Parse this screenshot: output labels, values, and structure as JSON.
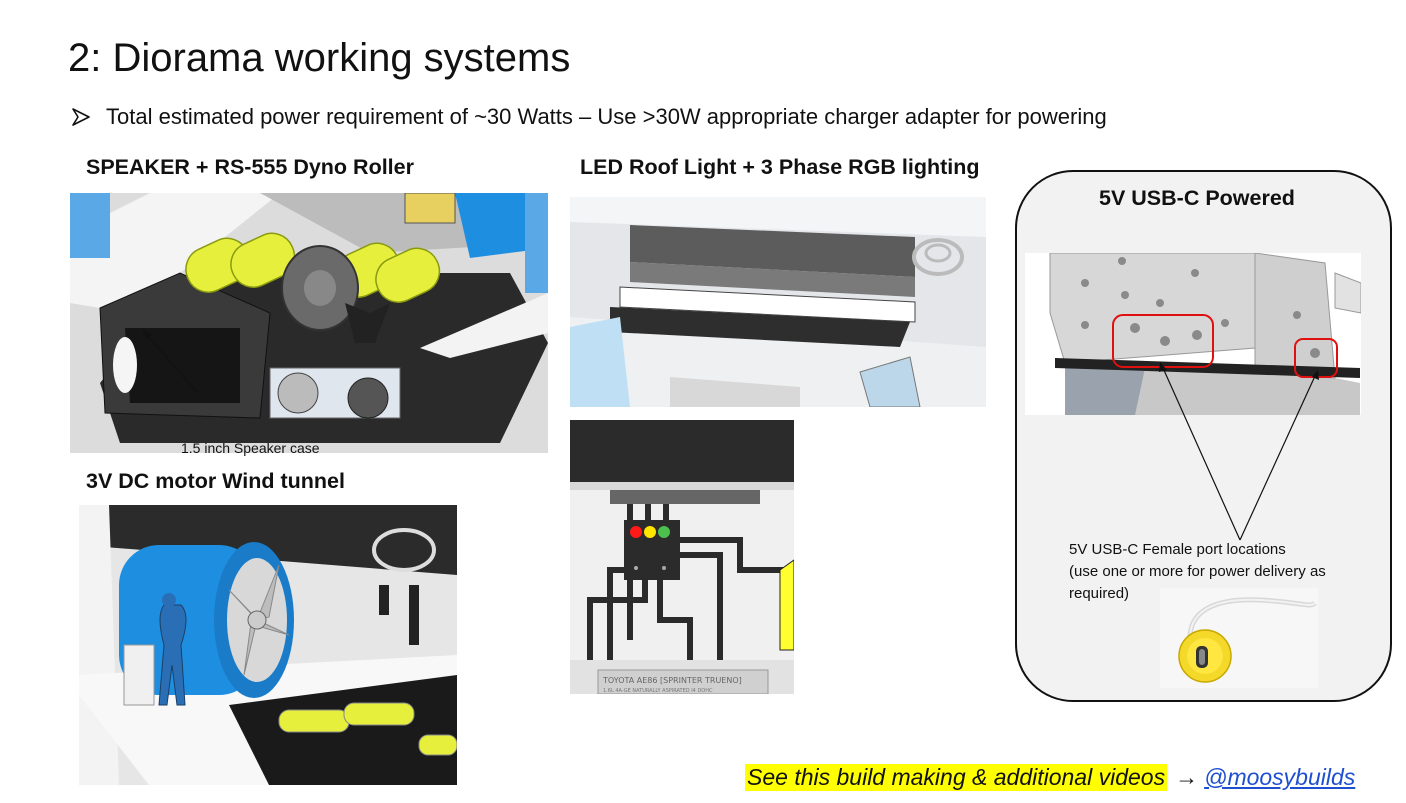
{
  "slide": {
    "title": "2: Diorama working systems",
    "bullet": "Total estimated power requirement of ~30 Watts – Use >30W appropriate charger adapter for powering"
  },
  "sections": {
    "speaker": {
      "title": "SPEAKER + RS-555 Dyno Roller",
      "label": "1.5 inch Speaker case"
    },
    "led": {
      "title": "LED Roof Light + 3 Phase RGB lighting"
    },
    "rgb": {
      "plate_line1": "TOYOTA AE86 [SPRINTER TRUENO]",
      "plate_line2": "1.6L 4A-GE NATURALLY ASPIRATED I4 DOHC"
    },
    "wind": {
      "title": "3V DC motor Wind tunnel"
    },
    "usb": {
      "title": "5V USB-C Powered",
      "caption_line1": "5V USB-C Female port locations",
      "caption_line2": "(use one or more for power delivery as",
      "caption_line3": "required)"
    }
  },
  "footer": {
    "text": "See this build making & additional videos",
    "arrow": "→",
    "link": "@moosybuilds"
  },
  "colors": {
    "highlight": "#ffff00",
    "link": "#1f4fd1",
    "battery_yellow": "#e6f03c",
    "fan_blue": "#1e8fe0",
    "callout_red": "#e01010",
    "led_red": "#ff1a1a",
    "led_yellow": "#ffe600",
    "led_green": "#4cc04c"
  },
  "icons": {
    "bullet": "arrowhead-bullet-icon",
    "toyota_logo": "toyota-logo-icon",
    "usb_connector": "usb-c-port-icon"
  }
}
